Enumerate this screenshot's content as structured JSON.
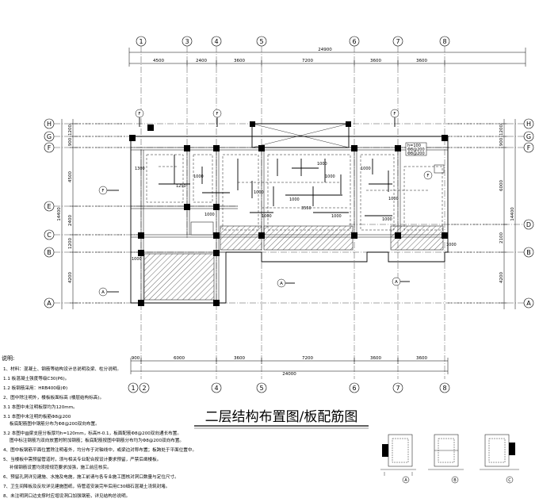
{
  "title": "二层结构布置图/板配筋图",
  "axes": {
    "top": [
      "1",
      "3",
      "4",
      "5",
      "6",
      "7",
      "8"
    ],
    "bottom": [
      "1",
      "2",
      "4",
      "5",
      "6",
      "7",
      "8"
    ],
    "left": [
      "H",
      "G",
      "F",
      "E",
      "C",
      "B",
      "A"
    ],
    "right": [
      "H",
      "G",
      "F",
      "D",
      "B",
      "A"
    ]
  },
  "dims": {
    "top_total": "24900",
    "top_segments": [
      "4500",
      "2400",
      "3600",
      "7200",
      "3600",
      "3600"
    ],
    "bottom_total": "24000",
    "bottom_segments": [
      "900",
      "6000",
      "3600",
      "7200",
      "3600",
      "3600"
    ],
    "left_total": "14400",
    "left_segments": [
      "1200",
      "900",
      "4500",
      "2400",
      "1200",
      "4200"
    ],
    "right_total": "14400",
    "right_segments": [
      "1200",
      "900",
      "6000",
      "2100",
      "4200"
    ]
  },
  "plan_labels": {
    "f_tags": [
      "F",
      "F",
      "F",
      "F",
      "F"
    ],
    "a_tags": [
      "A",
      "A",
      "A"
    ],
    "slab_values": [
      "1300",
      "1000",
      "1250",
      "1000",
      "1000",
      "1000",
      "1000",
      "1000",
      "1000",
      "1000",
      "1000",
      "3550",
      "1000",
      "1000",
      "1000",
      "1000"
    ],
    "legend_box": [
      "h=100",
      "Φ8@200",
      "Φ8@200"
    ]
  },
  "notes": {
    "heading": "说明:",
    "lines": [
      "1、材料：混凝土、钢筋等结构设计总说明及梁、柱分说明。",
      "1.1 板混凝土强度等级C30(P6)。",
      "1.2 板钢筋采用：HRB400级(Φ)",
      "2、图中除注明外，楼板板面标高 (楼层结构标高)。",
      "3.1 本图中未注明板厚均为120mm。",
      "3.1 本图中未注明的板筋Φ8@200",
      "板底配筋图中钢筋分布为Φ8@200双向布置。",
      "3.2 本图中▨梁支座分板厚均h=120mm，标高H-0.1，板面配筋Φ8@200双向通长布置。",
      "图中标注钢筋为双向放置时附加钢筋；板底配筋按图中钢筋分布均为Φ8@200双向布置。",
      "4、图中板钢筋平面位置除注明者外，均分布于对轴线中，或梁边对称布置；板跨处于平面位置中。",
      "5、当楼板中需预留管道时，须与相关专业配合按设计要求预留，严禁后凿楼板。",
      "补偿钢筋设置均须按规范要求加强，施工前应核实。",
      "6、预留孔洞详见建施、水施及电施，施工前请与各专业施工图核对洞口数量与定位尺寸。",
      "7、卫生间降板及反坎详见建施图纸，待管道安装完毕后用C30细石混凝土浇筑封堵。",
      "8、未注明洞口边支撑时应增设洞口加强钢筋，详见结构总说明。"
    ]
  },
  "details": {
    "labels": [
      "A",
      "B",
      "C"
    ]
  }
}
